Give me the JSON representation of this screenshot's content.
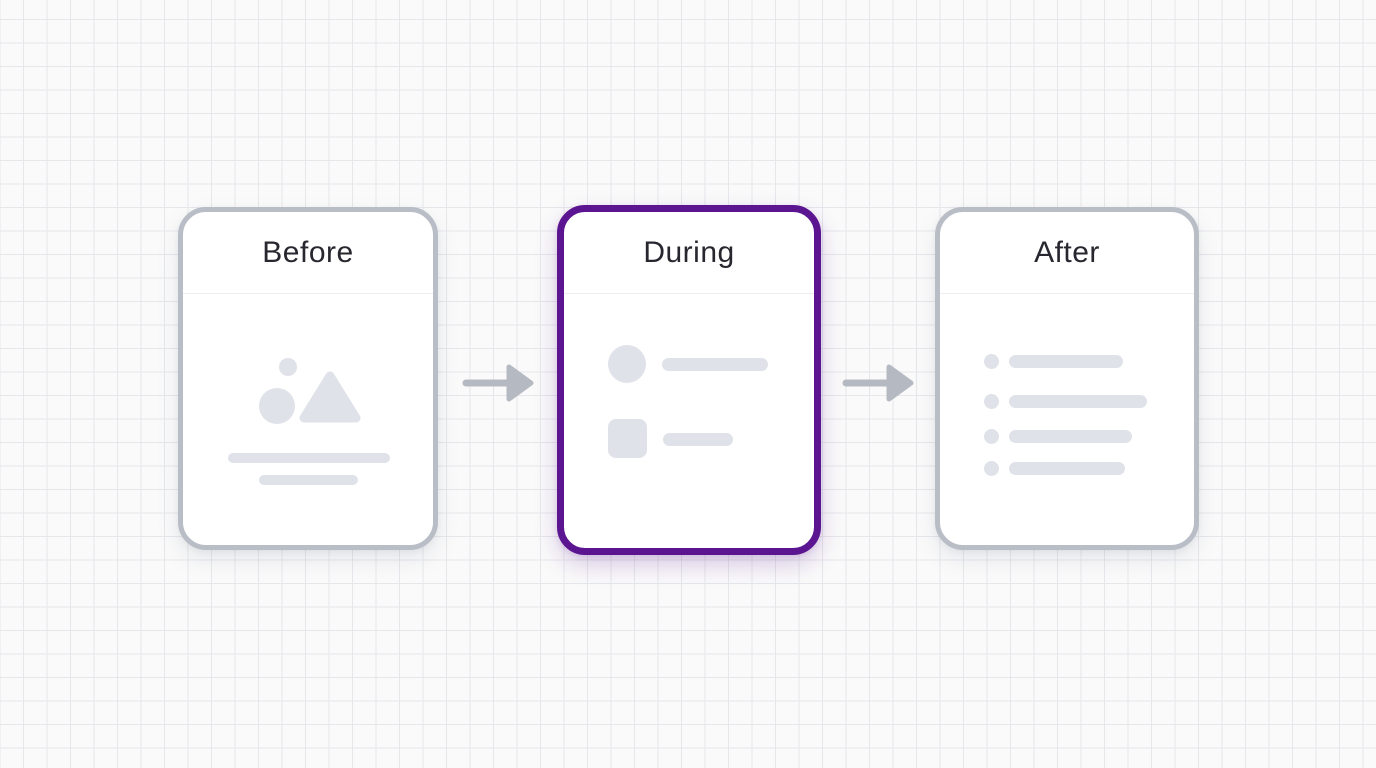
{
  "page": {
    "background_color": "#fafafa",
    "grid_line_color": "#e6e7eb"
  },
  "diagram": {
    "cards": [
      {
        "label": "Before",
        "state": "default",
        "content_type": "image-placeholder"
      },
      {
        "label": "During",
        "state": "highlighted",
        "content_type": "media-rows-placeholder"
      },
      {
        "label": "After",
        "state": "default",
        "content_type": "bullet-list-placeholder"
      }
    ],
    "connectors": [
      {
        "icon": "arrow-right-icon",
        "from": "Before",
        "to": "During"
      },
      {
        "icon": "arrow-right-icon",
        "from": "During",
        "to": "After"
      }
    ],
    "colors": {
      "card_background": "#ffffff",
      "card_border": "#b8bdc6",
      "highlight_border": "#5b1590",
      "title_text": "#27272f",
      "placeholder_shape": "#dfe2e8",
      "arrow": "#b5b9c1",
      "divider": "#eceef1"
    }
  }
}
